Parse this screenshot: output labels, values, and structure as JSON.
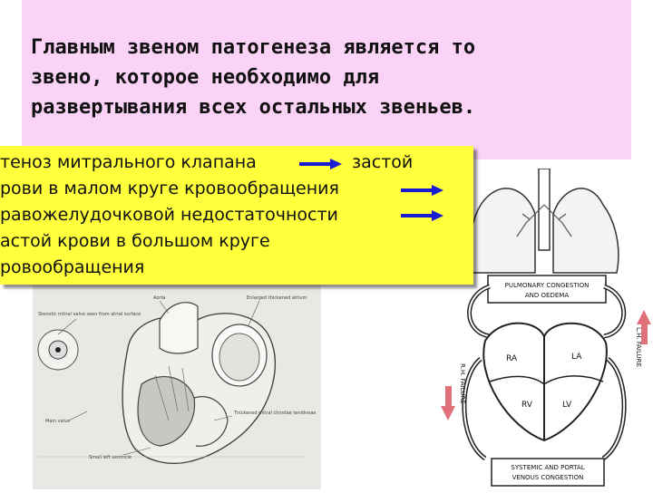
{
  "title": {
    "line1": "Главным звеном патогенеза является то",
    "line2": "звено, которое необходимо для",
    "line3": "развертывания всех остальных звеньев."
  },
  "pathway": {
    "line1": "теноз митрального клапана",
    "line1_end": "застой",
    "line2": "рови в малом круге кровообращения",
    "line3": "равожелудочковой недостаточности",
    "line4": "астой крови в большом круге",
    "line5": "ровообращения",
    "arrow_color": "#1a1ad6"
  },
  "heart_figure": {
    "labels": [
      "Aorta",
      "Enlarged thickened atrium",
      "Stenotic mitral valve seen from atrial surface",
      "Main valve",
      "Thickened mitral chordae tendineae",
      "Small left ventricle"
    ]
  },
  "diagram": {
    "pulmonary_line1": "PULMONARY CONGESTION",
    "pulmonary_line2": "AND OEDEMA",
    "systemic_line1": "SYSTEMIC AND PORTAL",
    "systemic_line2": "VENOUS CONGESTION",
    "ra": "RA",
    "la": "LA",
    "rv": "RV",
    "lv": "LV",
    "rh_failure": "R.H. FAILURE",
    "lh_failure": "L.H. FAILURE",
    "arrow_color": "#e0707a"
  }
}
